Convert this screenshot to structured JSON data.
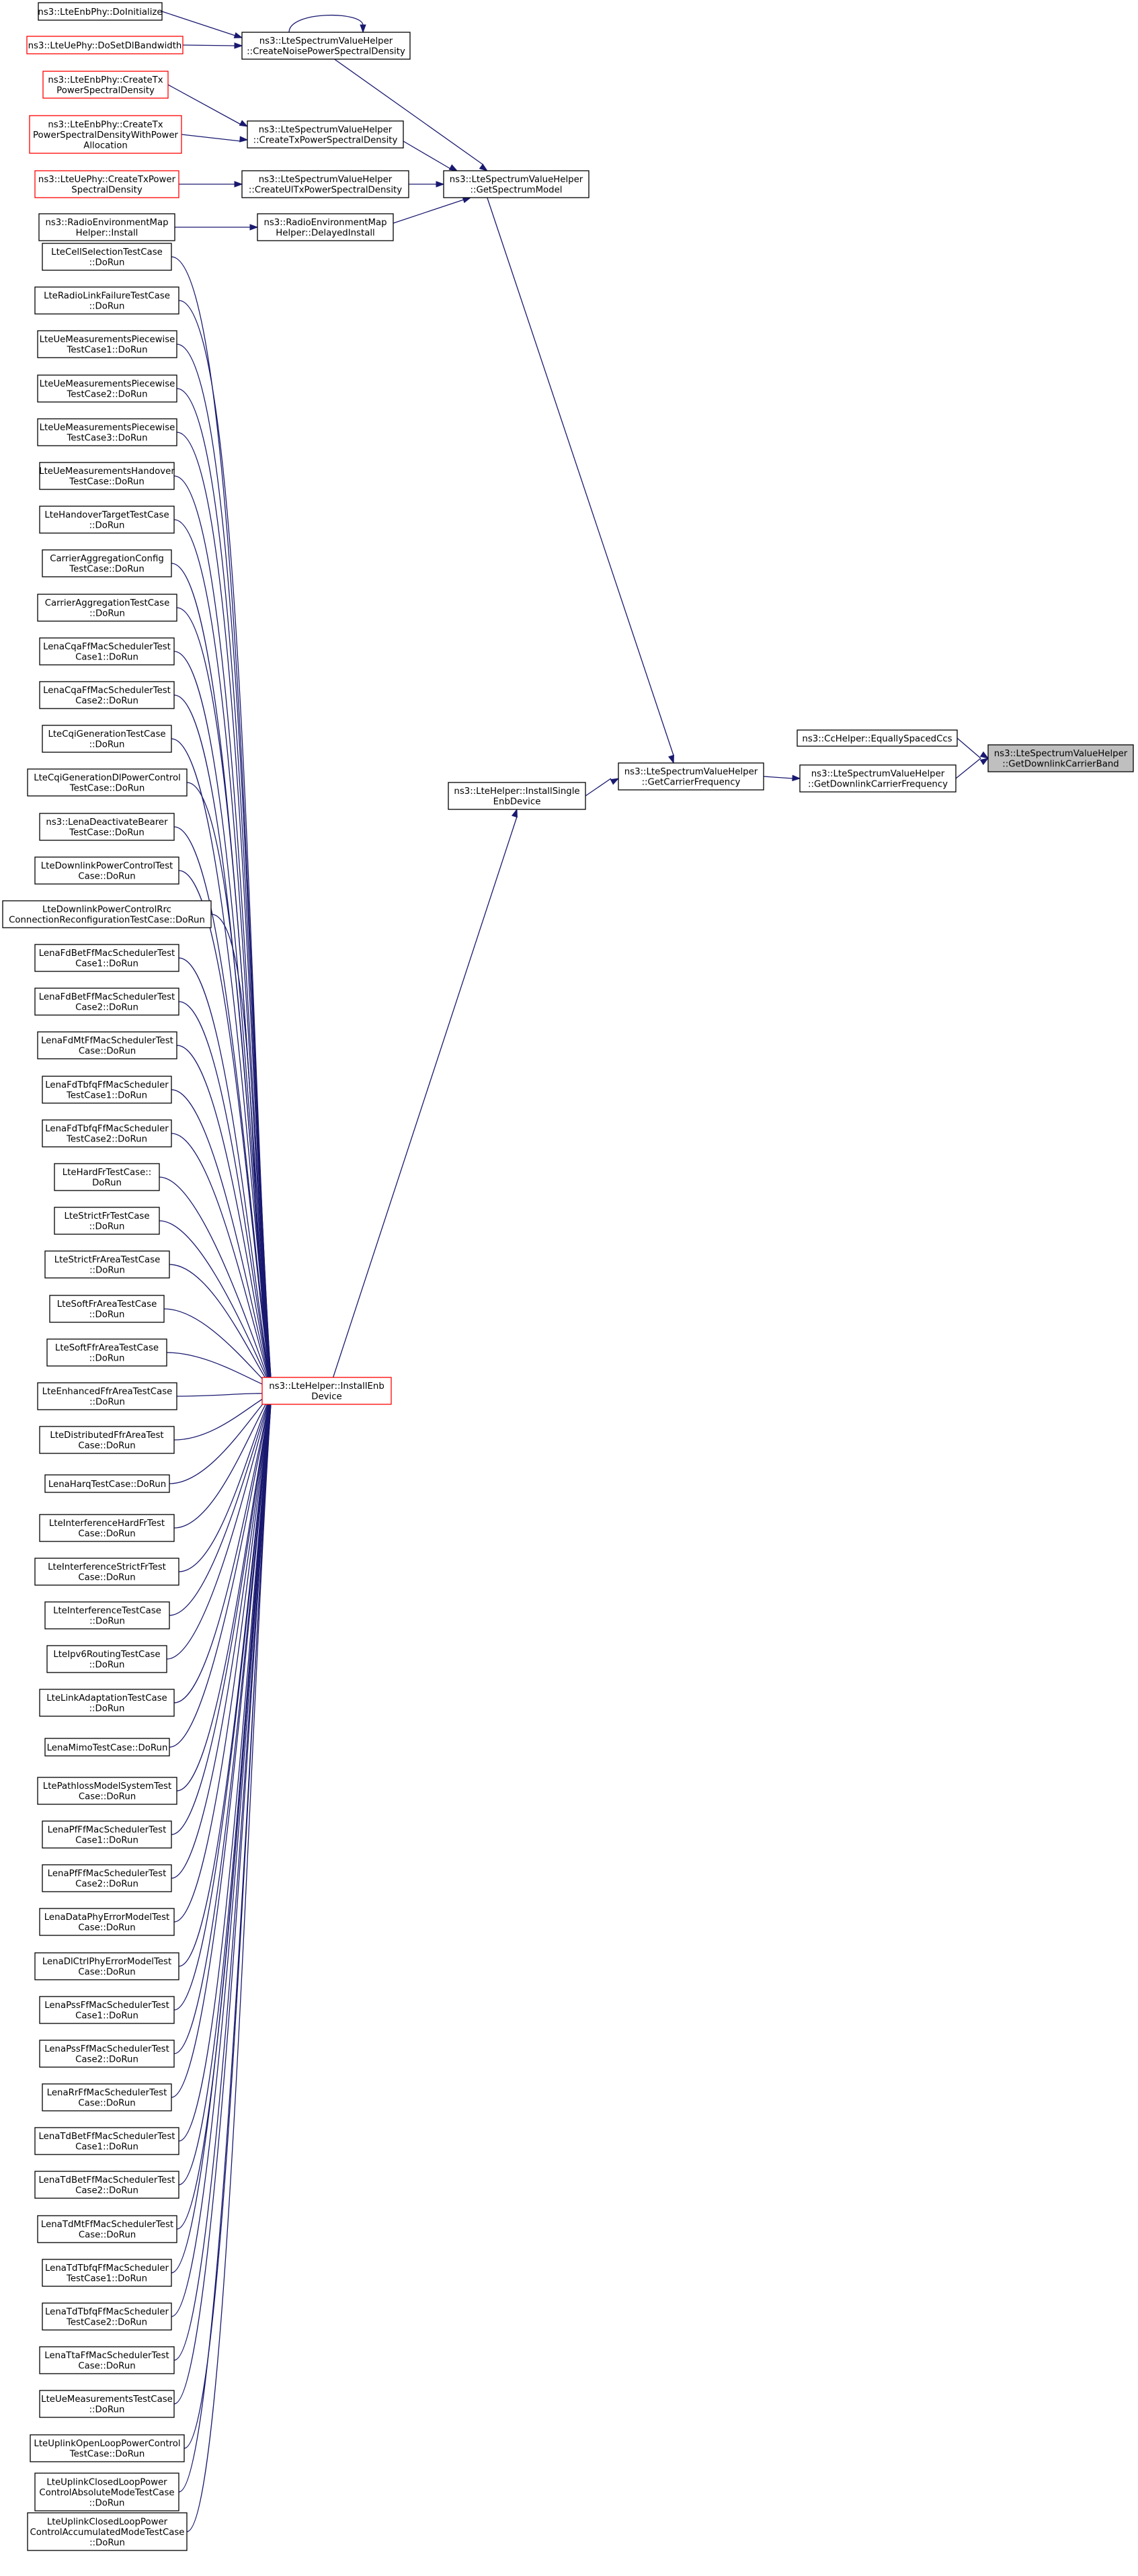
{
  "diagram": {
    "type": "caller-graph",
    "colors": {
      "edge": "#191970",
      "border": "#000000",
      "border_incomplete": "#ff0000",
      "root_fill": "#bfbfbf",
      "node_fill": "#ffffff"
    },
    "nodes": [
      {
        "id": "root",
        "lines": [
          "ns3::LteSpectrumValueHelper",
          "::GetDownlinkCarrierBand"
        ],
        "style": "root"
      },
      {
        "id": "ccs",
        "lines": [
          "ns3::CcHelper::EquallySpacedCcs"
        ],
        "style": "normal"
      },
      {
        "id": "gdcf",
        "lines": [
          "ns3::LteSpectrumValueHelper",
          "::GetDownlinkCarrierFrequency"
        ],
        "style": "normal"
      },
      {
        "id": "gcf",
        "lines": [
          "ns3::LteSpectrumValueHelper",
          "::GetCarrierFrequency"
        ],
        "style": "normal"
      },
      {
        "id": "gsm",
        "lines": [
          "ns3::LteSpectrumValueHelper",
          "::GetSpectrumModel"
        ],
        "style": "normal"
      },
      {
        "id": "isd",
        "lines": [
          "ns3::LteHelper::InstallSingle",
          "EnbDevice"
        ],
        "style": "normal"
      },
      {
        "id": "ied",
        "lines": [
          "ns3::LteHelper::InstallEnb",
          "Device"
        ],
        "style": "incomplete"
      },
      {
        "id": "cnpsd",
        "lines": [
          "ns3::LteSpectrumValueHelper",
          "::CreateNoisePowerSpectralDensity"
        ],
        "style": "normal"
      },
      {
        "id": "ctxpsd",
        "lines": [
          "ns3::LteSpectrumValueHelper",
          "::CreateTxPowerSpectralDensity"
        ],
        "style": "normal"
      },
      {
        "id": "cultx",
        "lines": [
          "ns3::LteSpectrumValueHelper",
          "::CreateUlTxPowerSpectralDensity"
        ],
        "style": "normal"
      },
      {
        "id": "rem",
        "lines": [
          "ns3::RadioEnvironmentMap",
          "Helper::DelayedInstall"
        ],
        "style": "normal"
      },
      {
        "id": "doinit",
        "lines": [
          "ns3::LteEnbPhy::DoInitialize"
        ],
        "style": "normal"
      },
      {
        "id": "dosetdl",
        "lines": [
          "ns3::LteUePhy::DoSetDlBandwidth"
        ],
        "style": "incomplete"
      },
      {
        "id": "enbctx",
        "lines": [
          "ns3::LteEnbPhy::CreateTx",
          "PowerSpectralDensity"
        ],
        "style": "incomplete"
      },
      {
        "id": "enbctxwpa",
        "lines": [
          "ns3::LteEnbPhy::CreateTx",
          "PowerSpectralDensityWithPower",
          "Allocation"
        ],
        "style": "incomplete"
      },
      {
        "id": "uectx",
        "lines": [
          "ns3::LteUePhy::CreateTxPower",
          "SpectralDensity"
        ],
        "style": "incomplete"
      },
      {
        "id": "reminst",
        "lines": [
          "ns3::RadioEnvironmentMap",
          "Helper::Install"
        ],
        "style": "normal"
      }
    ],
    "test_callers": [
      {
        "lines": [
          "LteCellSelectionTestCase",
          "::DoRun"
        ]
      },
      {
        "lines": [
          "LteRadioLinkFailureTestCase",
          "::DoRun"
        ]
      },
      {
        "lines": [
          "LteUeMeasurementsPiecewise",
          "TestCase1::DoRun"
        ]
      },
      {
        "lines": [
          "LteUeMeasurementsPiecewise",
          "TestCase2::DoRun"
        ]
      },
      {
        "lines": [
          "LteUeMeasurementsPiecewise",
          "TestCase3::DoRun"
        ]
      },
      {
        "lines": [
          "LteUeMeasurementsHandover",
          "TestCase::DoRun"
        ]
      },
      {
        "lines": [
          "LteHandoverTargetTestCase",
          "::DoRun"
        ]
      },
      {
        "lines": [
          "CarrierAggregationConfig",
          "TestCase::DoRun"
        ]
      },
      {
        "lines": [
          "CarrierAggregationTestCase",
          "::DoRun"
        ]
      },
      {
        "lines": [
          "LenaCqaFfMacSchedulerTest",
          "Case1::DoRun"
        ]
      },
      {
        "lines": [
          "LenaCqaFfMacSchedulerTest",
          "Case2::DoRun"
        ]
      },
      {
        "lines": [
          "LteCqiGenerationTestCase",
          "::DoRun"
        ]
      },
      {
        "lines": [
          "LteCqiGenerationDlPowerControl",
          "TestCase::DoRun"
        ]
      },
      {
        "lines": [
          "ns3::LenaDeactivateBearer",
          "TestCase::DoRun"
        ]
      },
      {
        "lines": [
          "LteDownlinkPowerControlTest",
          "Case::DoRun"
        ]
      },
      {
        "lines": [
          "LteDownlinkPowerControlRrc",
          "ConnectionReconfigurationTestCase::DoRun"
        ]
      },
      {
        "lines": [
          "LenaFdBetFfMacSchedulerTest",
          "Case1::DoRun"
        ]
      },
      {
        "lines": [
          "LenaFdBetFfMacSchedulerTest",
          "Case2::DoRun"
        ]
      },
      {
        "lines": [
          "LenaFdMtFfMacSchedulerTest",
          "Case::DoRun"
        ]
      },
      {
        "lines": [
          "LenaFdTbfqFfMacScheduler",
          "TestCase1::DoRun"
        ]
      },
      {
        "lines": [
          "LenaFdTbfqFfMacScheduler",
          "TestCase2::DoRun"
        ]
      },
      {
        "lines": [
          "LteHardFrTestCase::",
          "DoRun"
        ]
      },
      {
        "lines": [
          "LteStrictFrTestCase",
          "::DoRun"
        ]
      },
      {
        "lines": [
          "LteStrictFrAreaTestCase",
          "::DoRun"
        ]
      },
      {
        "lines": [
          "LteSoftFrAreaTestCase",
          "::DoRun"
        ]
      },
      {
        "lines": [
          "LteSoftFfrAreaTestCase",
          "::DoRun"
        ]
      },
      {
        "lines": [
          "LteEnhancedFfrAreaTestCase",
          "::DoRun"
        ]
      },
      {
        "lines": [
          "LteDistributedFfrAreaTest",
          "Case::DoRun"
        ]
      },
      {
        "lines": [
          "LenaHarqTestCase::DoRun"
        ]
      },
      {
        "lines": [
          "LteInterferenceHardFrTest",
          "Case::DoRun"
        ]
      },
      {
        "lines": [
          "LteInterferenceStrictFrTest",
          "Case::DoRun"
        ]
      },
      {
        "lines": [
          "LteInterferenceTestCase",
          "::DoRun"
        ]
      },
      {
        "lines": [
          "LteIpv6RoutingTestCase",
          "::DoRun"
        ]
      },
      {
        "lines": [
          "LteLinkAdaptationTestCase",
          "::DoRun"
        ]
      },
      {
        "lines": [
          "LenaMimoTestCase::DoRun"
        ]
      },
      {
        "lines": [
          "LtePathlossModelSystemTest",
          "Case::DoRun"
        ]
      },
      {
        "lines": [
          "LenaPfFfMacSchedulerTest",
          "Case1::DoRun"
        ]
      },
      {
        "lines": [
          "LenaPfFfMacSchedulerTest",
          "Case2::DoRun"
        ]
      },
      {
        "lines": [
          "LenaDataPhyErrorModelTest",
          "Case::DoRun"
        ]
      },
      {
        "lines": [
          "LenaDlCtrlPhyErrorModelTest",
          "Case::DoRun"
        ]
      },
      {
        "lines": [
          "LenaPssFfMacSchedulerTest",
          "Case1::DoRun"
        ]
      },
      {
        "lines": [
          "LenaPssFfMacSchedulerTest",
          "Case2::DoRun"
        ]
      },
      {
        "lines": [
          "LenaRrFfMacSchedulerTest",
          "Case::DoRun"
        ]
      },
      {
        "lines": [
          "LenaTdBetFfMacSchedulerTest",
          "Case1::DoRun"
        ]
      },
      {
        "lines": [
          "LenaTdBetFfMacSchedulerTest",
          "Case2::DoRun"
        ]
      },
      {
        "lines": [
          "LenaTdMtFfMacSchedulerTest",
          "Case::DoRun"
        ]
      },
      {
        "lines": [
          "LenaTdTbfqFfMacScheduler",
          "TestCase1::DoRun"
        ]
      },
      {
        "lines": [
          "LenaTdTbfqFfMacScheduler",
          "TestCase2::DoRun"
        ]
      },
      {
        "lines": [
          "LenaTtaFfMacSchedulerTest",
          "Case::DoRun"
        ]
      },
      {
        "lines": [
          "LteUeMeasurementsTestCase",
          "::DoRun"
        ]
      },
      {
        "lines": [
          "LteUplinkOpenLoopPowerControl",
          "TestCase::DoRun"
        ]
      },
      {
        "lines": [
          "LteUplinkClosedLoopPower",
          "ControlAbsoluteModeTestCase",
          "::DoRun"
        ]
      },
      {
        "lines": [
          "LteUplinkClosedLoopPower",
          "ControlAccumulatedModeTestCase",
          "::DoRun"
        ]
      }
    ],
    "edges": [
      [
        "ccs",
        "root"
      ],
      [
        "gdcf",
        "root"
      ],
      [
        "gcf",
        "gdcf"
      ],
      [
        "gsm",
        "gcf"
      ],
      [
        "isd",
        "gcf"
      ],
      [
        "ied",
        "isd"
      ],
      [
        "cnpsd",
        "gsm"
      ],
      [
        "ctxpsd",
        "gsm"
      ],
      [
        "cultx",
        "gsm"
      ],
      [
        "rem",
        "gsm"
      ],
      [
        "cnpsd",
        "cnpsd"
      ],
      [
        "doinit",
        "cnpsd"
      ],
      [
        "dosetdl",
        "cnpsd"
      ],
      [
        "enbctx",
        "ctxpsd"
      ],
      [
        "enbctxwpa",
        "ctxpsd"
      ],
      [
        "uectx",
        "cultx"
      ],
      [
        "reminst",
        "rem"
      ],
      [
        "tests",
        "ied"
      ]
    ]
  }
}
